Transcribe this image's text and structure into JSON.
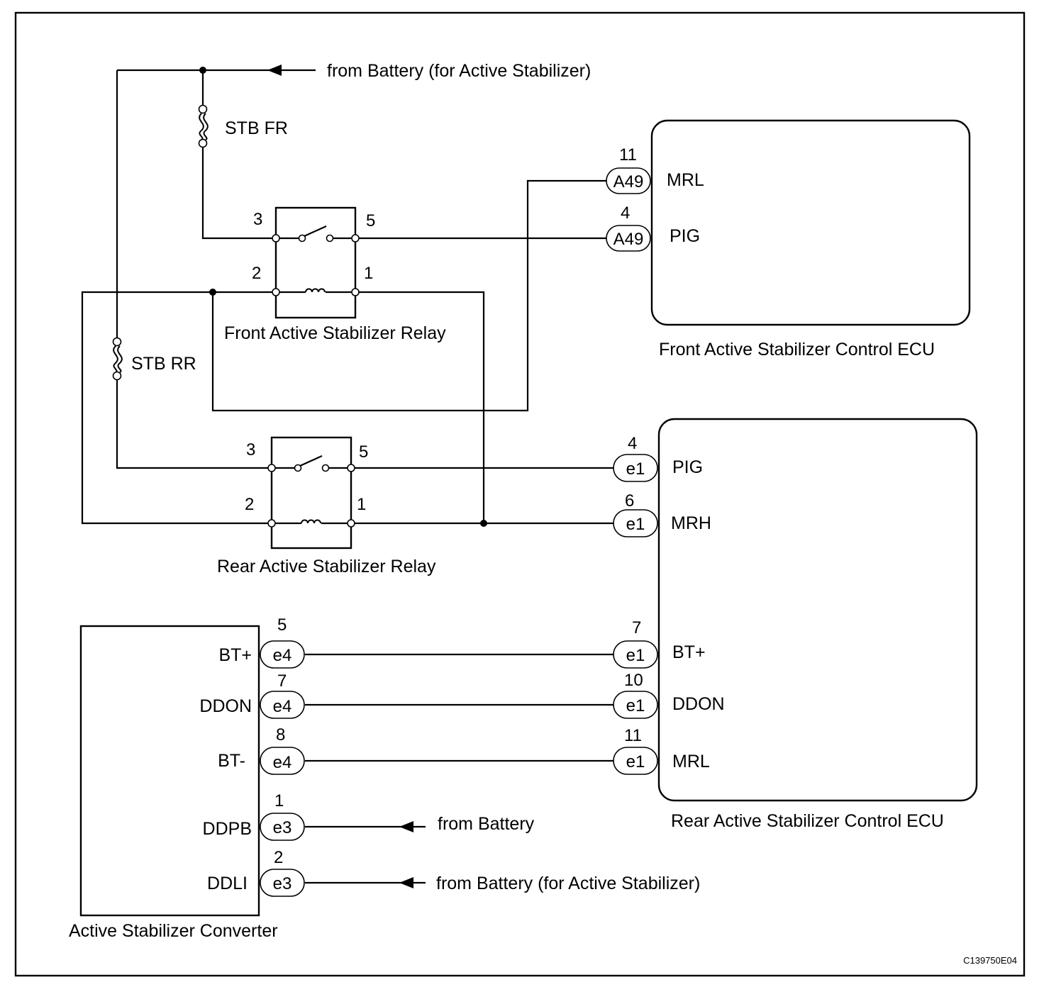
{
  "sources": {
    "battery_stabilizer_top": "from Battery (for Active Stabilizer)",
    "battery_ddpb": "from Battery",
    "battery_ddli": "from Battery (for Active Stabilizer)"
  },
  "fuses": {
    "stb_fr": "STB FR",
    "stb_rr": "STB RR"
  },
  "relays": {
    "front": {
      "name": "Front Active Stabilizer Relay",
      "pin3": "3",
      "pin5": "5",
      "pin2": "2",
      "pin1": "1"
    },
    "rear": {
      "name": "Rear Active Stabilizer Relay",
      "pin3": "3",
      "pin5": "5",
      "pin2": "2",
      "pin1": "1"
    }
  },
  "front_ecu": {
    "name": "Front Active Stabilizer Control ECU",
    "mrl": {
      "label": "MRL",
      "connector": "A49",
      "pin": "11"
    },
    "pig": {
      "label": "PIG",
      "connector": "A49",
      "pin": "4"
    }
  },
  "rear_ecu": {
    "name": "Rear Active Stabilizer Control ECU",
    "pig": {
      "label": "PIG",
      "connector": "e1",
      "pin": "4"
    },
    "mrh": {
      "label": "MRH",
      "connector": "e1",
      "pin": "6"
    },
    "btp": {
      "label": "BT+",
      "connector": "e1",
      "pin": "7"
    },
    "ddon": {
      "label": "DDON",
      "connector": "e1",
      "pin": "10"
    },
    "mrl": {
      "label": "MRL",
      "connector": "e1",
      "pin": "11"
    }
  },
  "converter": {
    "name": "Active Stabilizer Converter",
    "btp": {
      "label": "BT+",
      "connector": "e4",
      "pin": "5"
    },
    "ddon": {
      "label": "DDON",
      "connector": "e4",
      "pin": "7"
    },
    "btm": {
      "label": "BT-",
      "connector": "e4",
      "pin": "8"
    },
    "ddpb": {
      "label": "DDPB",
      "connector": "e3",
      "pin": "1"
    },
    "ddli": {
      "label": "DDLI",
      "connector": "e3",
      "pin": "2"
    }
  },
  "figure_code": "C139750E04"
}
